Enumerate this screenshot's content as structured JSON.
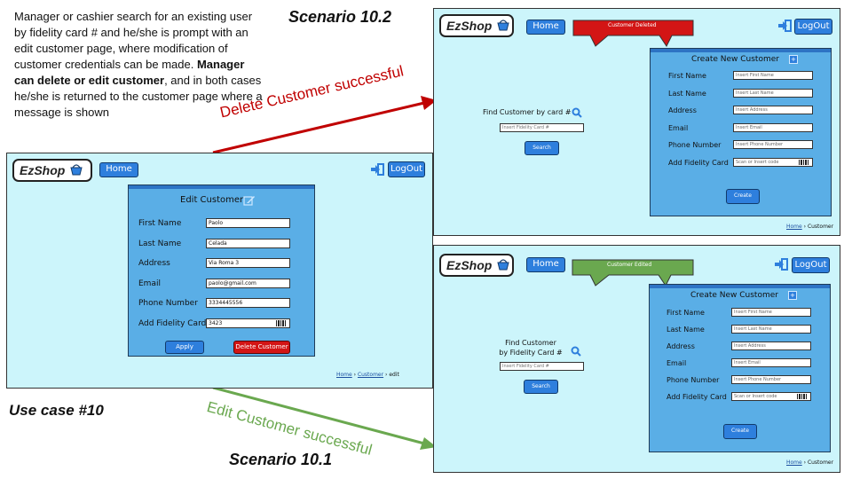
{
  "description": {
    "part1": "Manager or cashier search for an existing user by fidelity card # and he/she is prompt with an edit customer page, where modification of customer credentials can be made.",
    "bold": "Manager can delete or edit customer",
    "part2": ", and in both cases he/she is returned to the customer page where a message is shown"
  },
  "labels": {
    "scenario_10_2": "Scenario 10.2",
    "scenario_10_1": "Scenario 10.1",
    "use_case": "Use case #10",
    "delete_arrow": "Delete Customer successful",
    "edit_arrow": "Edit Customer successful"
  },
  "colors": {
    "delete_arrow": "#c00000",
    "edit_arrow": "#6aa84f",
    "frame_bg": "#ccf5fb",
    "panel_bg": "#5aaee6",
    "button_blue": "#2e7fdd",
    "button_red": "#d31515",
    "banner_red": "#d31515",
    "banner_green": "#6aa84f"
  },
  "common": {
    "logo": "EzShop",
    "logo_icon": "basket-icon",
    "home": "Home",
    "logout": "LogOut",
    "logout_icon": "logout-arrow-icon"
  },
  "edit_screen": {
    "title": "Edit Customer",
    "title_icon": "pencil-edit-icon",
    "fields": [
      {
        "label": "First Name",
        "value": "Paolo"
      },
      {
        "label": "Last Name",
        "value": "Celada"
      },
      {
        "label": "Address",
        "value": "Via Roma 3"
      },
      {
        "label": "Email",
        "value": "paolo@gmail.com"
      },
      {
        "label": "Phone Number",
        "value": "3334445556"
      },
      {
        "label": "Add Fidelity Card",
        "value": "3423"
      }
    ],
    "apply": "Apply",
    "delete": "Delete Customer",
    "breadcrumb": {
      "home": "Home",
      "customer": "Customer",
      "current": "edit"
    }
  },
  "deleted_screen": {
    "banner": "Customer Deleted",
    "find_label": "Find Customer by card #",
    "search_icon": "magnifier-icon",
    "find_placeholder": "Insert Fidelity Card #",
    "search": "Search",
    "create_title": "Create New Customer",
    "create_icon": "plus-icon",
    "fields": [
      {
        "label": "First Name",
        "placeholder": "Insert First Name"
      },
      {
        "label": "Last Name",
        "placeholder": "Insert Last Name"
      },
      {
        "label": "Address",
        "placeholder": "Insert Address"
      },
      {
        "label": "Email",
        "placeholder": "Insert Email"
      },
      {
        "label": "Phone Number",
        "placeholder": "Insert Phone Number"
      },
      {
        "label": "Add Fidelity Card",
        "placeholder": "Scan or Insert code"
      }
    ],
    "create": "Create",
    "breadcrumb": {
      "home": "Home",
      "current": "Customer"
    }
  },
  "edited_screen": {
    "banner": "Customer Edited",
    "find_label_1": "Find Customer",
    "find_label_2": "by Fidelity Card #",
    "search_icon": "magnifier-icon",
    "find_placeholder": "Insert Fidelity Card #",
    "search": "Search",
    "create_title": "Create New Customer",
    "create_icon": "plus-icon",
    "fields": [
      {
        "label": "First Name",
        "placeholder": "Insert First Name"
      },
      {
        "label": "Last Name",
        "placeholder": "Insert Last Name"
      },
      {
        "label": "Address",
        "placeholder": "Insert Address"
      },
      {
        "label": "Email",
        "placeholder": "Insert Email"
      },
      {
        "label": "Phone Number",
        "placeholder": "Insert Phone Number"
      },
      {
        "label": "Add Fidelity Card",
        "placeholder": "Scan or Insert code"
      }
    ],
    "create": "Create",
    "breadcrumb": {
      "home": "Home",
      "current": "Customer"
    }
  }
}
